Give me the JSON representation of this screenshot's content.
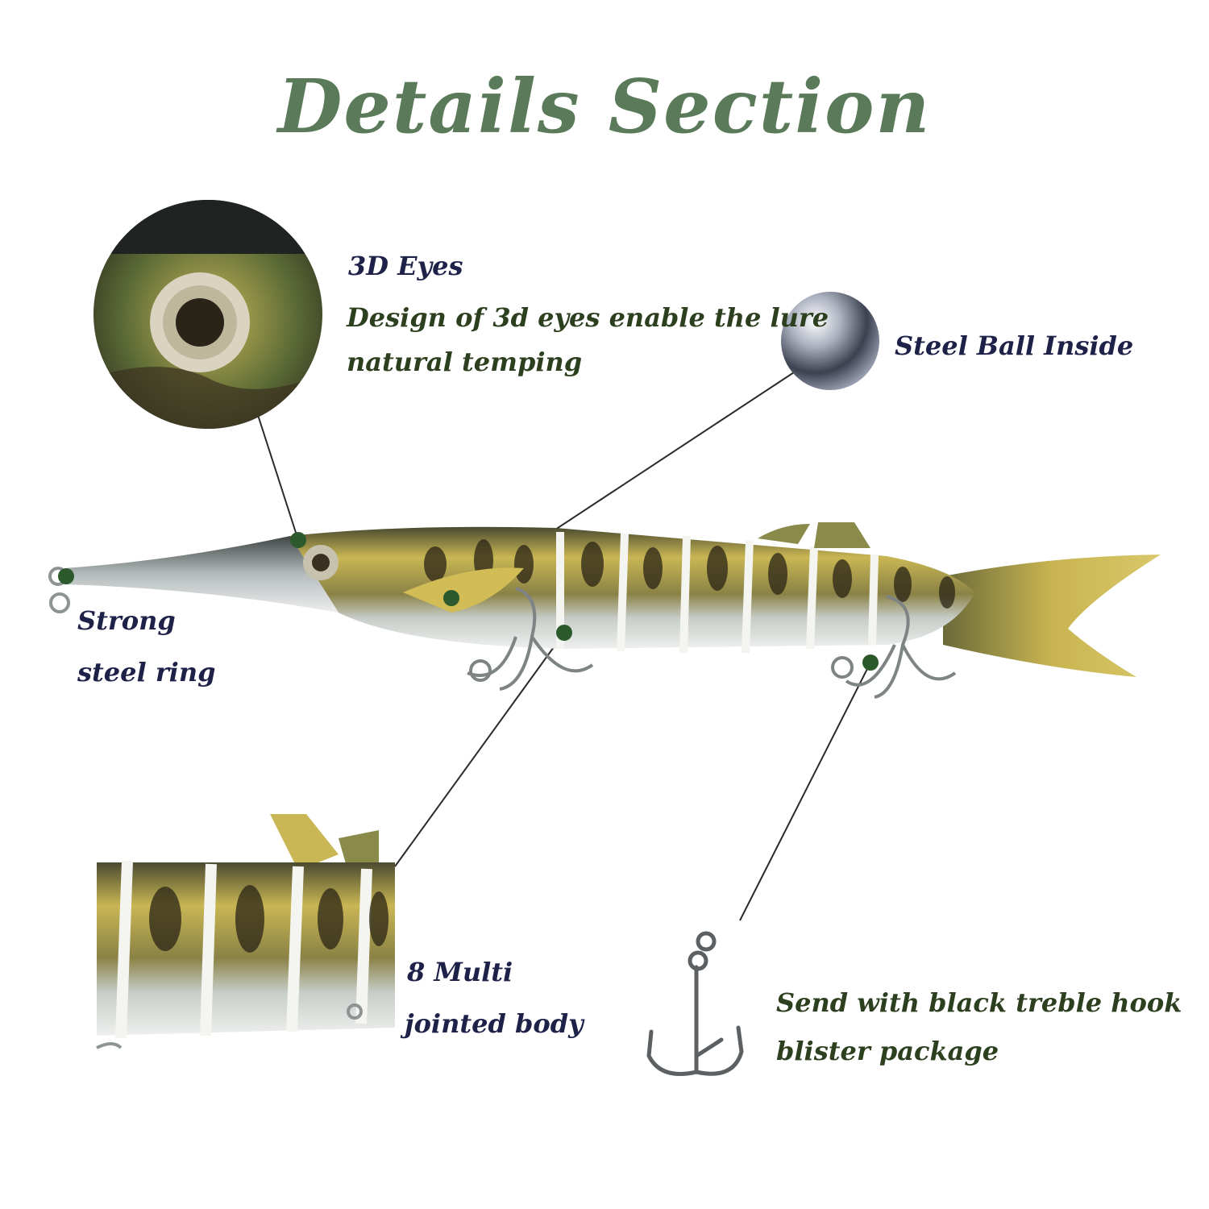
{
  "title": "Details Section",
  "colors": {
    "title": "#5a7a5a",
    "label_navy": "#1e2148",
    "label_green": "#2c3f1e",
    "callout_dot": "#2d5a2d",
    "callout_line": "#2a2a2a"
  },
  "callouts": {
    "eyes": {
      "heading": "3D Eyes",
      "line1": "Design of 3d eyes enable the lure",
      "line2": "natural temping"
    },
    "steel_ball": {
      "label": "Steel Ball Inside"
    },
    "ring": {
      "line1": "Strong",
      "line2": "steel ring"
    },
    "body": {
      "line1": "8 Multi",
      "line2": "jointed body"
    },
    "hook": {
      "line1": "Send with black treble hook",
      "line2": "blister package"
    }
  },
  "icons": [
    "eye-closeup-image",
    "steel-ball-icon",
    "fish-lure-image",
    "jointed-body-closeup-image",
    "treble-hook-icon"
  ]
}
